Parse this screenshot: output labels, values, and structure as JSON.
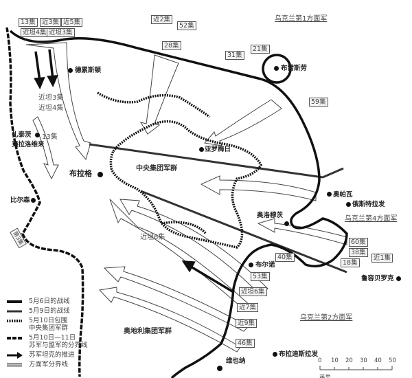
{
  "units": {
    "a13": "13集",
    "jin3": "近3集",
    "jin5": "近5集",
    "jt4": "近坦4集",
    "jt3": "近坦3集",
    "jin2": "近2集",
    "a52": "52集",
    "a28": "28集",
    "a31": "31集",
    "a21": "21集",
    "a59": "59集",
    "a60": "60集",
    "a38": "38集",
    "jin1": "近1集",
    "a18": "18集",
    "a40": "40集",
    "a53": "53集",
    "jt6": "近坦6集",
    "jin7": "近7集",
    "jin9": "近9集",
    "a46": "46集",
    "a3": "第3集"
  },
  "fronts": {
    "ukr1": "乌克兰第1方面军",
    "ukr4": "乌克兰第4方面军",
    "ukr2": "乌克兰第2方面军"
  },
  "cities": {
    "dresden": "德累斯顿",
    "breslau": "布雷斯劳",
    "zatec": "扎泰茨",
    "karlovy_vary": "克拉洛维来",
    "prague": "布拉格",
    "plzen": "比尔森",
    "jaromer": "亚罗梅日",
    "opava": "奥帕瓦",
    "ostrava": "俄斯特拉发",
    "olomouc": "奥洛穆茨",
    "brno": "布尔诺",
    "ruzomberok": "鲁容贝罗克",
    "vienna": "维也纳",
    "bratislava": "布拉迪斯拉发"
  },
  "arrow_labels": {
    "jt3": "近坦3集",
    "jt4": "近坦4集",
    "a13": "13集",
    "jt6": "近坦6集"
  },
  "groups": {
    "center": "中央集团军群",
    "austria": "奥地利集团军群"
  },
  "legend": [
    {
      "label": "5月6日的战线"
    },
    {
      "label": "5月9日的战线"
    },
    {
      "label": "5月10日包围\n中央集团军群"
    },
    {
      "label": "5月10日—11日\n苏军与盟军的分界线"
    },
    {
      "label": "苏军坦克的推进"
    },
    {
      "label": "方面军分界线"
    }
  ],
  "scale": {
    "ticks": [
      "0",
      "10",
      "20",
      "30",
      "40",
      "50"
    ],
    "unit": "英里"
  }
}
